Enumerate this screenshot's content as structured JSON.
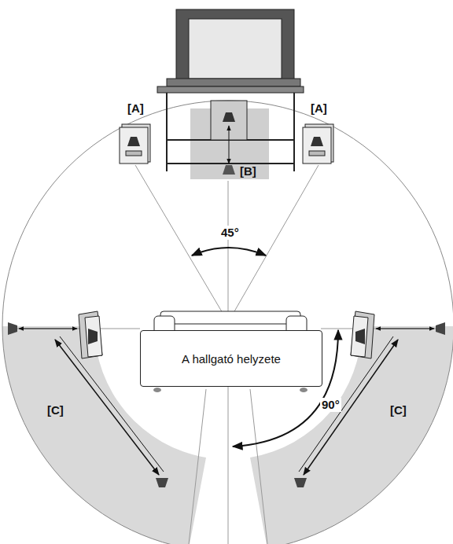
{
  "diagram": {
    "nodes": [
      {
        "text": [
          "A hallgató helyzete"
        ]
      }
    ],
    "labels": [
      "[A]",
      "[A]",
      "[B]",
      "45°",
      "[C]",
      "[C]",
      "90°"
    ]
  }
}
